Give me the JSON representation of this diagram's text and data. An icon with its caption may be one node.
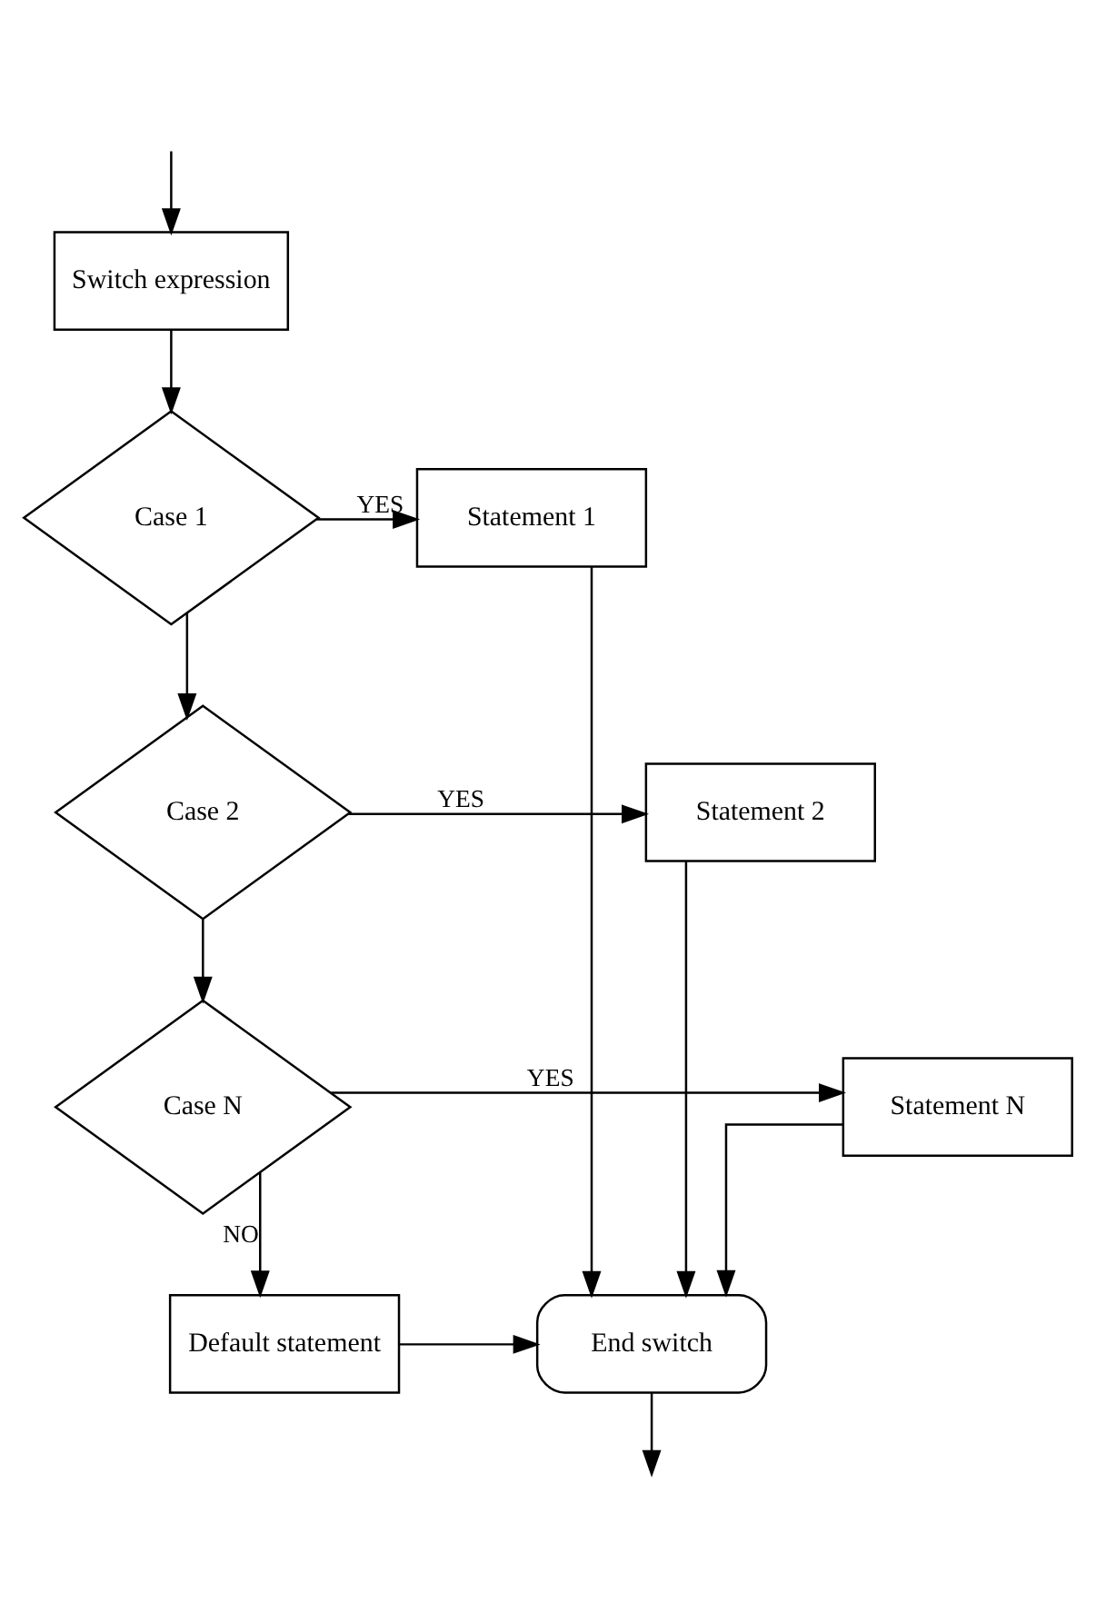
{
  "diagram": {
    "nodes": [
      {
        "text": [
          "Switch expression"
        ]
      },
      {
        "text": [
          "Case 1"
        ]
      },
      {
        "text": [
          "Statement 1"
        ]
      },
      {
        "text": [
          "Case 2"
        ]
      },
      {
        "text": [
          "Statement 2"
        ]
      },
      {
        "text": [
          "Case N"
        ]
      },
      {
        "text": [
          "Statement N"
        ]
      },
      {
        "text": [
          "Default statement"
        ]
      },
      {
        "text": [
          "End switch"
        ]
      }
    ],
    "edges": [
      {
        "from": null,
        "to": 0,
        "arrow": "to"
      },
      {
        "from": 0,
        "to": 1,
        "arrow": "to"
      },
      {
        "from": 1,
        "to": 2,
        "arrow": "to",
        "label": "YES"
      },
      {
        "from": 1,
        "to": 3,
        "arrow": "to"
      },
      {
        "from": 2,
        "to": 8,
        "arrow": "to"
      },
      {
        "from": 3,
        "to": 4,
        "arrow": "to",
        "label": "YES"
      },
      {
        "from": 3,
        "to": 5,
        "arrow": "to"
      },
      {
        "from": 4,
        "to": 8,
        "arrow": "to"
      },
      {
        "from": 5,
        "to": 6,
        "arrow": "to",
        "label": "YES"
      },
      {
        "from": 6,
        "to": 8,
        "arrow": "to"
      },
      {
        "from": 5,
        "to": 7,
        "arrow": "to",
        "label": "NO"
      },
      {
        "from": 7,
        "to": 8,
        "arrow": "to"
      },
      {
        "from": 8,
        "to": null,
        "arrow": "to"
      }
    ]
  }
}
